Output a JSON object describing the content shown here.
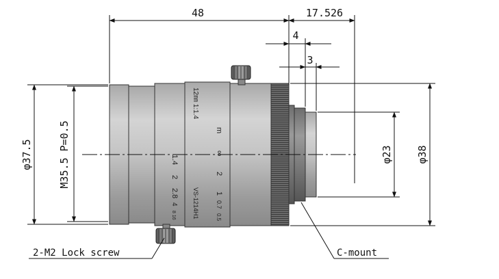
{
  "dimensions": {
    "length": "48",
    "flange_focal": "17.526",
    "mount_thread_length": "4",
    "mount_step": "3",
    "outer_diameter": "φ37.5",
    "filter_thread": "M35.5 P=0.5",
    "mount_inner_diameter": "φ23",
    "rear_diameter": "φ38"
  },
  "callouts": {
    "lock_screw": "2-M2 Lock screw",
    "mount": "C-mount"
  },
  "lens_engravings": {
    "focal_spec": "12㎜ 1:1.4",
    "distance_unit": "m",
    "distance_infinity": "∞",
    "distance_2": "2",
    "distance_1": "1",
    "distance_07": "0.7",
    "distance_05": "0.5",
    "f_14": "1.4",
    "f_2": "2",
    "f_28": "2.8",
    "f_4": "4",
    "f_8_16": "8 16",
    "model": "VS-1214H1"
  },
  "colors": {
    "body": "#c8c8c8",
    "line": "#111111"
  }
}
